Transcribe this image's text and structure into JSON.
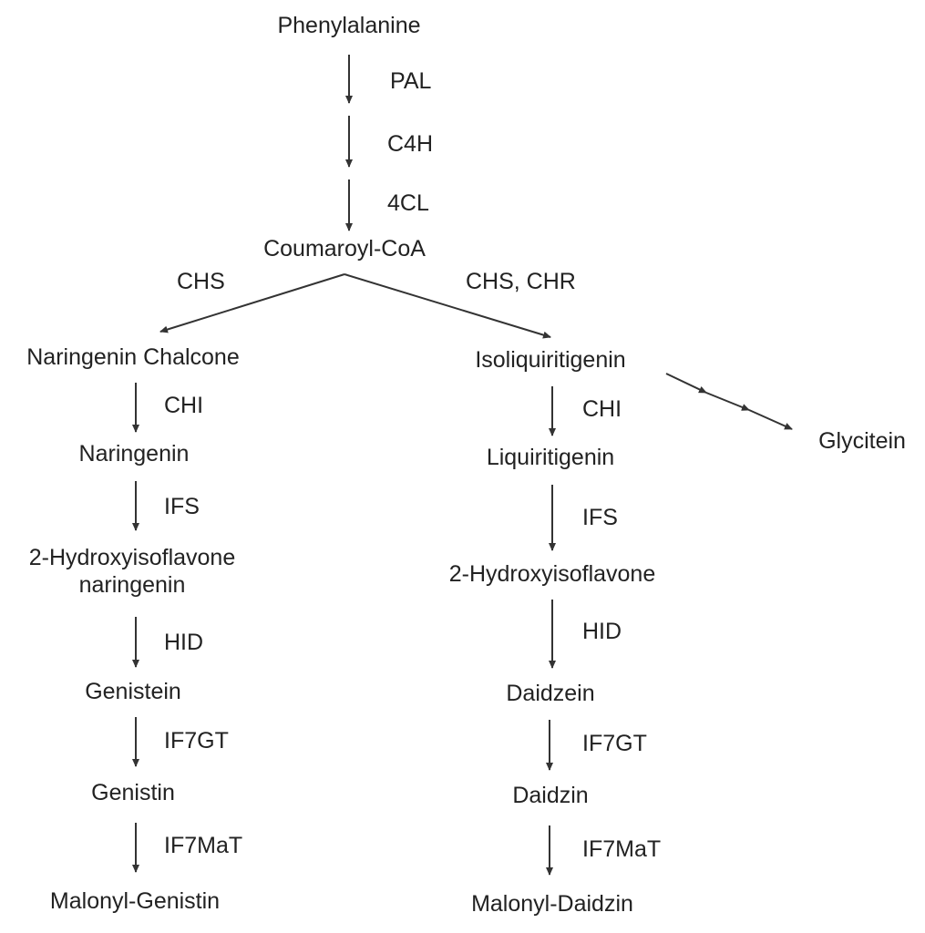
{
  "compounds": {
    "phenylalanine": "Phenylalanine",
    "coumaroyl_coa": "Coumaroyl-CoA",
    "naringenin_chalcone": "Naringenin Chalcone",
    "naringenin": "Naringenin",
    "hydroxyisoflavone_naringenin_l1": "2-Hydroxyisoflavone",
    "hydroxyisoflavone_naringenin_l2": "naringenin",
    "genistein": "Genistein",
    "genistin": "Genistin",
    "malonyl_genistin": "Malonyl-Genistin",
    "isoliquiritigenin": "Isoliquiritigenin",
    "liquiritigenin": "Liquiritigenin",
    "hydroxyisoflavone": "2-Hydroxyisoflavone",
    "daidzein": "Daidzein",
    "daidzin": "Daidzin",
    "malonyl_daidzin": "Malonyl-Daidzin",
    "glycitein": "Glycitein"
  },
  "enzymes": {
    "pal": "PAL",
    "c4h": "C4H",
    "fourcl": "4CL",
    "chs_left": "CHS",
    "chs_chr": "CHS, CHR",
    "chi_left": "CHI",
    "ifs_left": "IFS",
    "hid_left": "HID",
    "if7gt_left": "IF7GT",
    "if7mat_left": "IF7MaT",
    "chi_right": "CHI",
    "ifs_right": "IFS",
    "hid_right": "HID",
    "if7gt_right": "IF7GT",
    "if7mat_right": "IF7MaT"
  },
  "colors": {
    "text": "#222222",
    "arrow": "#333333"
  }
}
